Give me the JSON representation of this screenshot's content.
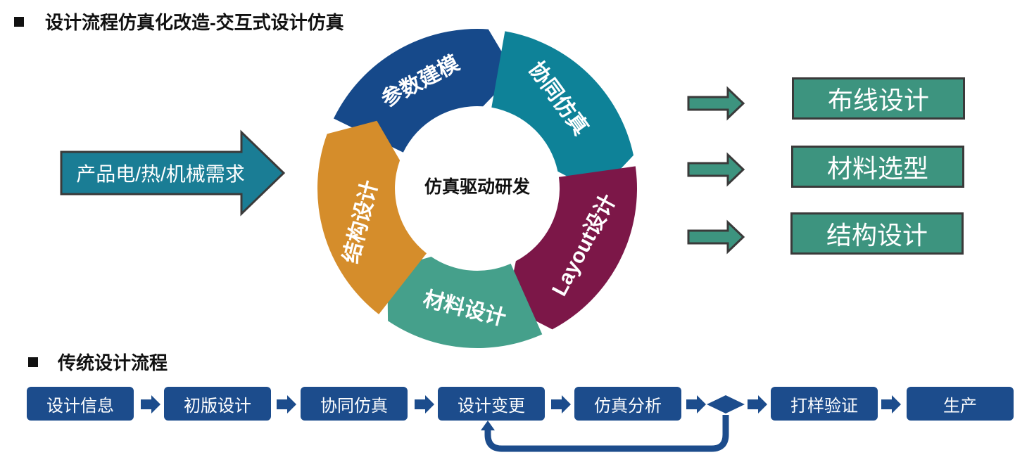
{
  "title_main": "设计流程仿真化改造-交互式设计仿真",
  "title_traditional": "传统设计流程",
  "input_arrow_label": "产品电/热/机械需求",
  "cycle": {
    "center_label": "仿真驱动研发",
    "segments": [
      {
        "label": "参数建模",
        "color": "#16498a"
      },
      {
        "label": "协同仿真",
        "color": "#0e8298"
      },
      {
        "label": "Layout设计",
        "color": "#7c1748"
      },
      {
        "label": "材料设计",
        "color": "#45a08b"
      },
      {
        "label": "结构设计",
        "color": "#d58d2b"
      }
    ]
  },
  "outputs": [
    "布线设计",
    "材料选型",
    "结构设计"
  ],
  "traditional_flow": [
    "设计信息",
    "初版设计",
    "协同仿真",
    "设计变更",
    "仿真分析",
    "打样验证",
    "生产"
  ],
  "colors": {
    "flow_box": "#1c4c8c",
    "output_box": "#3d947f",
    "input_arrow": "#1a7d95"
  }
}
